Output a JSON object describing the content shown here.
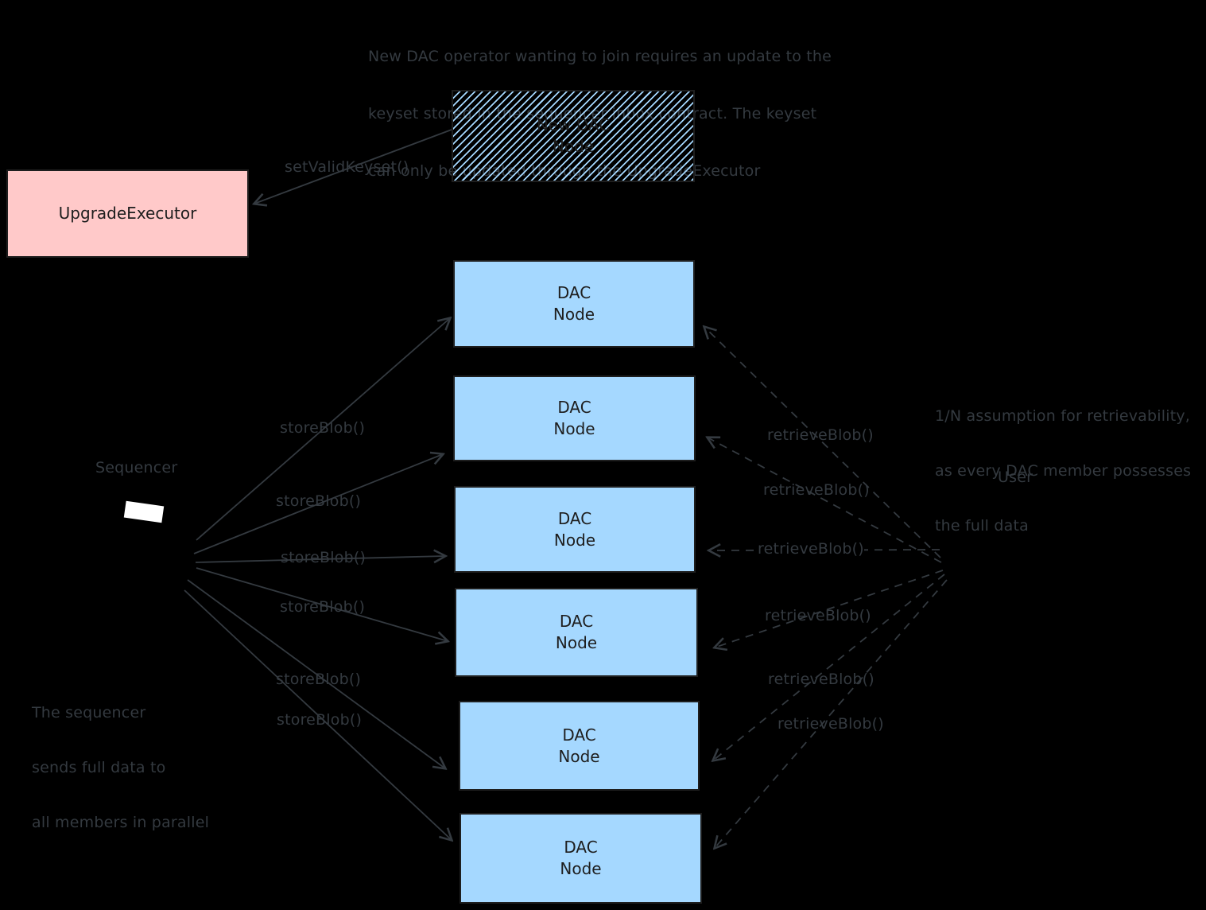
{
  "annotations": {
    "top_note": {
      "lines": [
        "New DAC operator wanting to join requires an update to the",
        "keyset stored in the sequencer inbox contract. The keyset",
        "can only be updated through the UpgradeExecutor"
      ]
    },
    "retrievability_note": {
      "lines": [
        "1/N assumption for retrievability,",
        "as every DAC member possesses",
        "the full data"
      ]
    },
    "sequencer_note": {
      "lines": [
        "The sequencer",
        "sends full data to",
        "all members in parallel"
      ]
    }
  },
  "labels": {
    "sequencer": "Sequencer",
    "user": "User",
    "set_valid_keyset": "setValidKeyset()"
  },
  "boxes": {
    "upgrade_executor": {
      "label": "UpgradeExecutor"
    },
    "new_dac_node": {
      "line1": "New DAC",
      "line2": "Node"
    },
    "dac_nodes": [
      {
        "line1": "DAC",
        "line2": "Node"
      },
      {
        "line1": "DAC",
        "line2": "Node"
      },
      {
        "line1": "DAC",
        "line2": "Node"
      },
      {
        "line1": "DAC",
        "line2": "Node"
      },
      {
        "line1": "DAC",
        "line2": "Node"
      },
      {
        "line1": "DAC",
        "line2": "Node"
      }
    ]
  },
  "edges": {
    "store_calls": [
      "storeBlob()",
      "storeBlob()",
      "storeBlob()",
      "storeBlob()",
      "storeBlob()",
      "storeBlob()"
    ],
    "retrieve_calls": [
      "retrieveBlob()",
      "retrieveBlob()",
      "retrieveBlob()",
      "retrieveBlob()",
      "retrieveBlob()",
      "retrieveBlob()"
    ]
  },
  "colors": {
    "background": "#000000",
    "dac_node_fill": "#a5d8ff",
    "upgrade_executor_fill": "#ffc9c9",
    "hatch_line": "#a5d8ff",
    "box_border": "#1e1e1e",
    "box_text": "#1e1e1e",
    "annotation_text": "#343a40",
    "sequencer_screen": "#ffffff"
  }
}
